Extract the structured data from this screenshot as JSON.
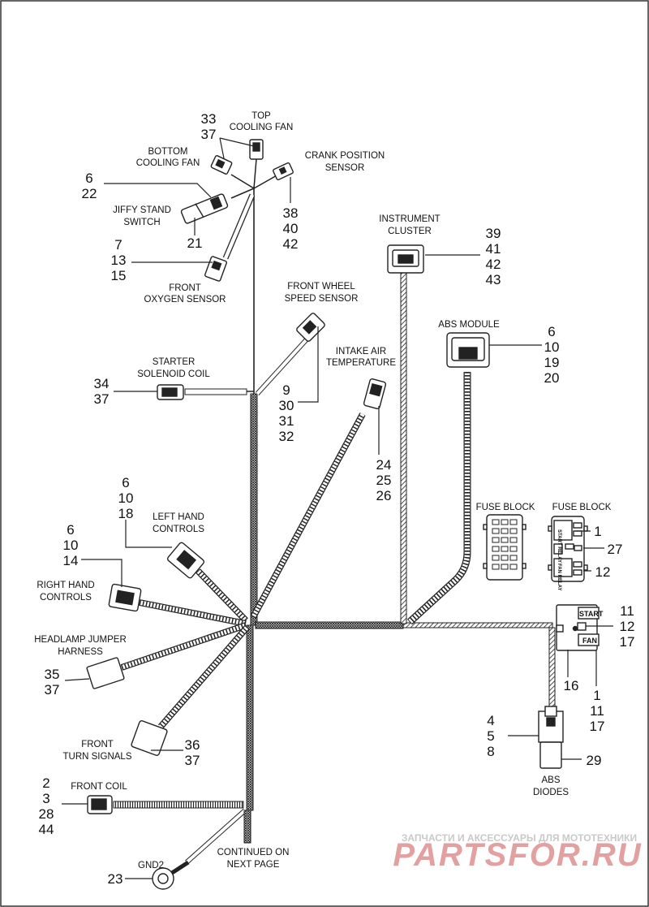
{
  "labels": {
    "top_cooling_fan": [
      "TOP",
      "COOLING FAN"
    ],
    "bottom_cooling_fan": [
      "BOTTOM",
      "COOLING FAN"
    ],
    "crank_position_sensor": [
      "CRANK POSITION",
      "SENSOR"
    ],
    "jiffy_stand_switch": [
      "JIFFY STAND",
      "SWITCH"
    ],
    "front_oxygen_sensor": [
      "FRONT",
      "OXYGEN SENSOR"
    ],
    "instrument_cluster": [
      "INSTRUMENT",
      "CLUSTER"
    ],
    "front_wheel_speed_sensor": [
      "FRONT WHEEL",
      "SPEED SENSOR"
    ],
    "abs_module": [
      "ABS MODULE"
    ],
    "starter_solenoid_coil": [
      "STARTER",
      "SOLENOID COIL"
    ],
    "intake_air_temperature": [
      "INTAKE AIR",
      "TEMPERATURE"
    ],
    "fuse_block_left": [
      "FUSE BLOCK"
    ],
    "fuse_block_right": [
      "FUSE BLOCK"
    ],
    "left_hand_controls": [
      "LEFT HAND",
      "CONTROLS"
    ],
    "right_hand_controls": [
      "RIGHT HAND",
      "CONTROLS"
    ],
    "headlamp_jumper_harness": [
      "HEADLAMP JUMPER",
      "HARNESS"
    ],
    "front_turn_signals": [
      "FRONT",
      "TURN SIGNALS"
    ],
    "front_coil": [
      "FRONT COIL"
    ],
    "gnd2": [
      "GND2"
    ],
    "continued": [
      "CONTINUED ON",
      "NEXT PAGE"
    ],
    "abs_diodes": [
      "ABS",
      "DIODES"
    ]
  },
  "callouts": {
    "top_cooling_fan": [
      "33",
      "37"
    ],
    "bottom_cooling_fan_jiffy": [
      "6",
      "22"
    ],
    "jiffy_stand": [
      "21"
    ],
    "crank_position": [
      "38",
      "40",
      "42"
    ],
    "oxygen_sensor": [
      "7",
      "13",
      "15"
    ],
    "instrument_cluster": [
      "39",
      "41",
      "42",
      "43"
    ],
    "abs_module": [
      "6",
      "10",
      "19",
      "20"
    ],
    "starter_solenoid": [
      "34",
      "37"
    ],
    "wheel_speed": [
      "9",
      "30",
      "31",
      "32"
    ],
    "intake_air": [
      "24",
      "25",
      "26"
    ],
    "left_hand": [
      "6",
      "10",
      "18"
    ],
    "right_hand": [
      "6",
      "10",
      "14"
    ],
    "headlamp": [
      "35",
      "37"
    ],
    "turn_signals": [
      "36",
      "37"
    ],
    "front_coil": [
      "2",
      "3",
      "28",
      "44"
    ],
    "gnd2": [
      "23"
    ],
    "fuse_relay_1": [
      "1"
    ],
    "fuse_relay_27": [
      "27"
    ],
    "fuse_relay_12": [
      "12"
    ],
    "relay_start_side": [
      "11",
      "12",
      "17"
    ],
    "relay_16": [
      "16"
    ],
    "relay_fan": [
      "1",
      "11",
      "17"
    ],
    "abs_diodes_left": [
      "4",
      "5",
      "8"
    ],
    "abs_diodes_29": [
      "29"
    ]
  },
  "relay_labels": {
    "start": "START",
    "fan": "FAN",
    "start_relay": "START RELAY",
    "fan_relay": "FAN RELAY"
  },
  "watermark": {
    "line1": "ЗАПЧАСТИ И АКСЕССУАРЫ ДЛЯ МОТОТЕХНИКИ",
    "line2": "PARTSFOR.RU"
  }
}
